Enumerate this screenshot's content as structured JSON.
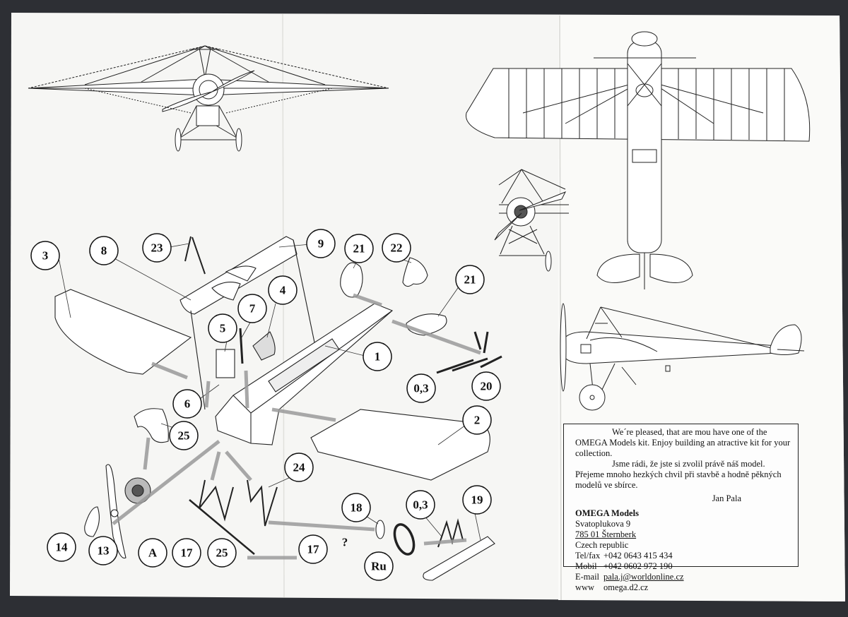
{
  "callouts": {
    "c1": "1",
    "c2": "2",
    "c3": "3",
    "c4": "4",
    "c5": "5",
    "c6": "6",
    "c7": "7",
    "c8": "8",
    "c9": "9",
    "c13": "13",
    "c14": "14",
    "c17a": "17",
    "c17b": "17",
    "c18": "18",
    "c19": "19",
    "c20": "20",
    "c21a": "21",
    "c21b": "21",
    "c22": "22",
    "c23": "23",
    "c24": "24",
    "c25a": "25",
    "c25b": "25",
    "cA": "A",
    "cRu": "Ru",
    "c03a": "0,3",
    "c03b": "0,3",
    "question": "?"
  },
  "info": {
    "line1": "We´re pleased, that are mou have one  of the OMEGA Models kit. Enjoy building an atractive kit for your collection.",
    "line2": "Jsme rádi, že jste si zvolil právě náš model. Přejeme mnoho hezkých chvil při stavbě a hodně pěkných modelů ve sbírce.",
    "signature": "Jan Pala",
    "company": "OMEGA Models",
    "street": "Svatoplukova 9",
    "city": "785 01 Šternberk",
    "country": "Czech republic",
    "tel_label": "Tel/fax",
    "tel": "+042 0643 415 434",
    "mobil_label": "Mobil",
    "mobil": "+042 0602 972 190",
    "email_label": "E-mail",
    "email": "pala.j@worldonline.cz",
    "www_label": "www",
    "www": "omega.d2.cz"
  }
}
